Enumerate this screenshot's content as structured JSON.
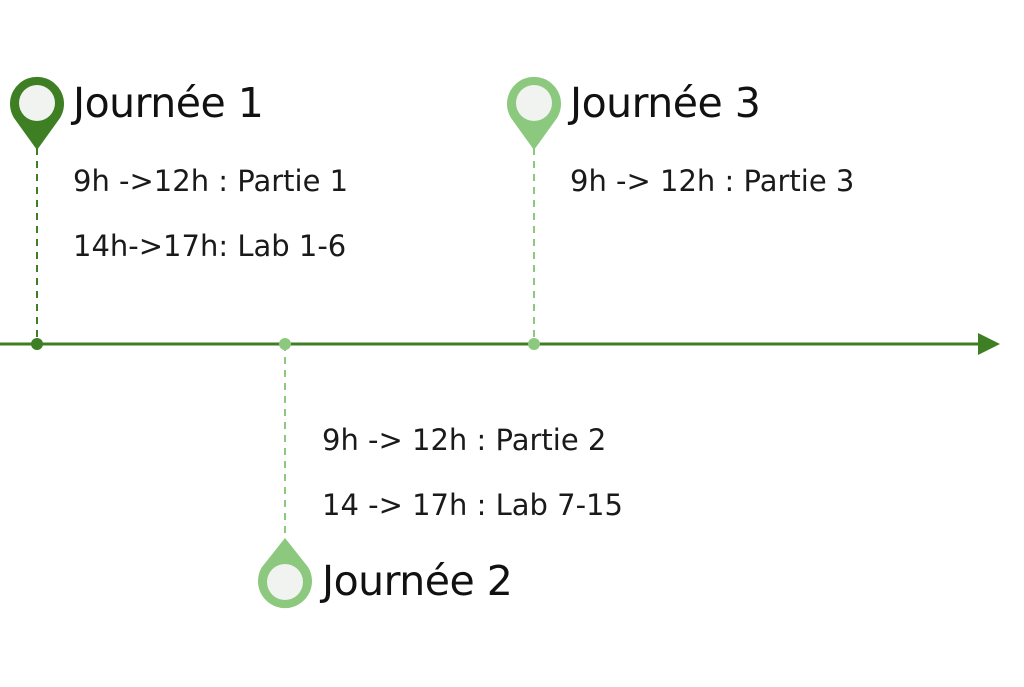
{
  "timeline": {
    "colors": {
      "axis": "#3f7f24",
      "day1": "#3f7f24",
      "day2": "#8cc97f",
      "day3": "#8cc97f",
      "pin_inner": "#f1f3f1"
    },
    "days": [
      {
        "title": "Journée 1",
        "lines": [
          "9h ->12h : Partie 1",
          "14h->17h: Lab 1-6"
        ]
      },
      {
        "title": "Journée 2",
        "lines": [
          "9h -> 12h : Partie 2",
          "14 -> 17h : Lab 7-15"
        ]
      },
      {
        "title": "Journée 3",
        "lines": [
          "9h -> 12h : Partie 3"
        ]
      }
    ]
  }
}
